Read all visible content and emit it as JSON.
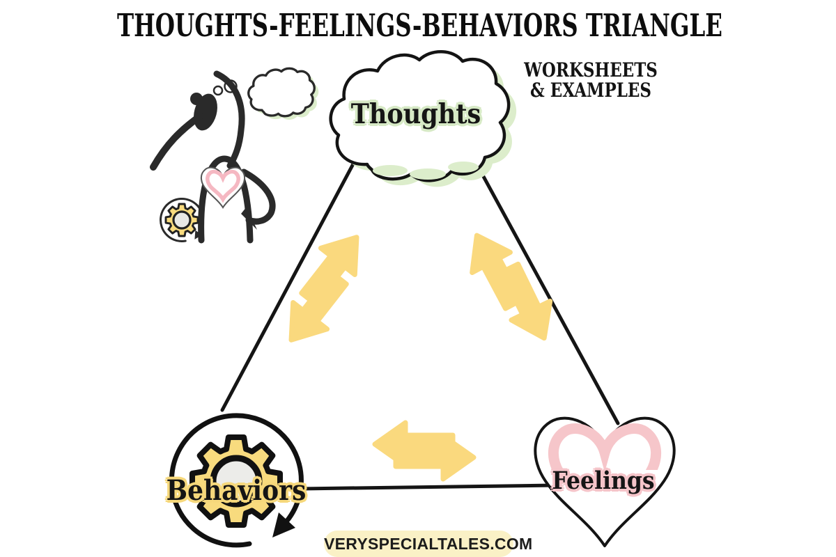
{
  "header": {
    "title": "THOUGHTS-FEELINGS-BEHAVIORS TRIANGLE",
    "subtitle_line1": "WORKSHEETS",
    "subtitle_line2": "& EXAMPLES"
  },
  "triangle": {
    "nodes": [
      {
        "id": "thoughts",
        "label": "Thoughts",
        "icon": "thought-cloud-icon",
        "halo_color": "#D6E9C5"
      },
      {
        "id": "behaviors",
        "label": "Behaviors",
        "icon": "gear-cycle-icon",
        "halo_color": "#F6D87B"
      },
      {
        "id": "feelings",
        "label": "Feelings",
        "icon": "heart-icon",
        "halo_color": "#F5C4C9"
      }
    ],
    "edge_line_color": "#151515",
    "arrow_color": "#FAD97E"
  },
  "illustration": {
    "name": "person-thinking",
    "parts": [
      "thought-bubble",
      "chest-heart",
      "gear-cycle"
    ]
  },
  "footer": {
    "watermark": "VERYSPECIALTALES.COM",
    "badge_color": "#FAF1C6"
  }
}
